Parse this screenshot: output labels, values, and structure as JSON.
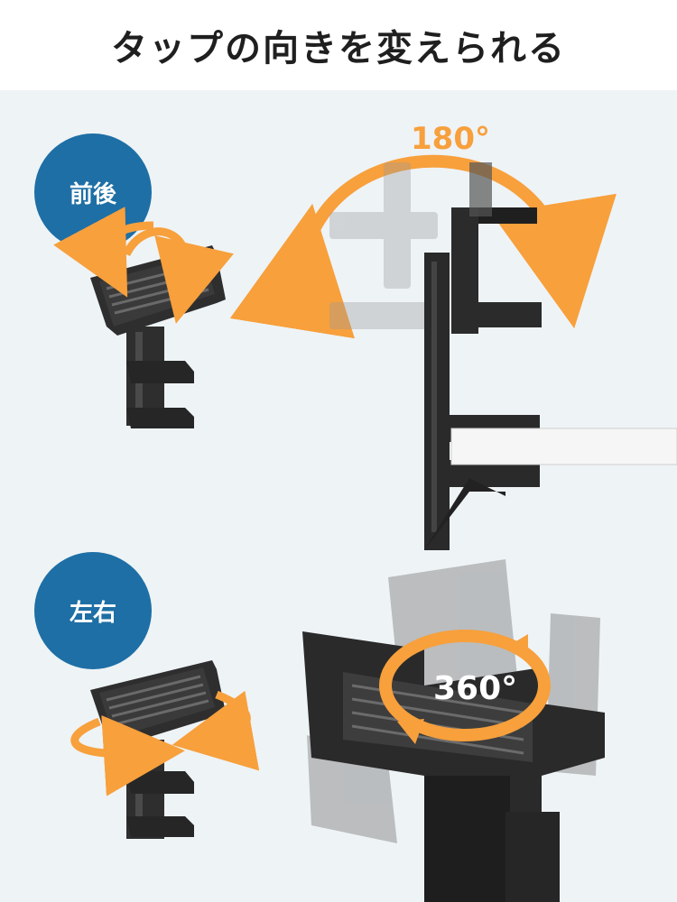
{
  "title": "タップの向きを変えられる",
  "badges": {
    "front_back": "前後",
    "left_right": "左右"
  },
  "rotation_labels": {
    "tilt": "180°",
    "spin": "360°"
  },
  "colors": {
    "accent_orange": "#f7a03c",
    "badge_blue": "#1e6fa5",
    "panel_bg": "#eef3f6",
    "device_dark": "#2b2b2b"
  }
}
